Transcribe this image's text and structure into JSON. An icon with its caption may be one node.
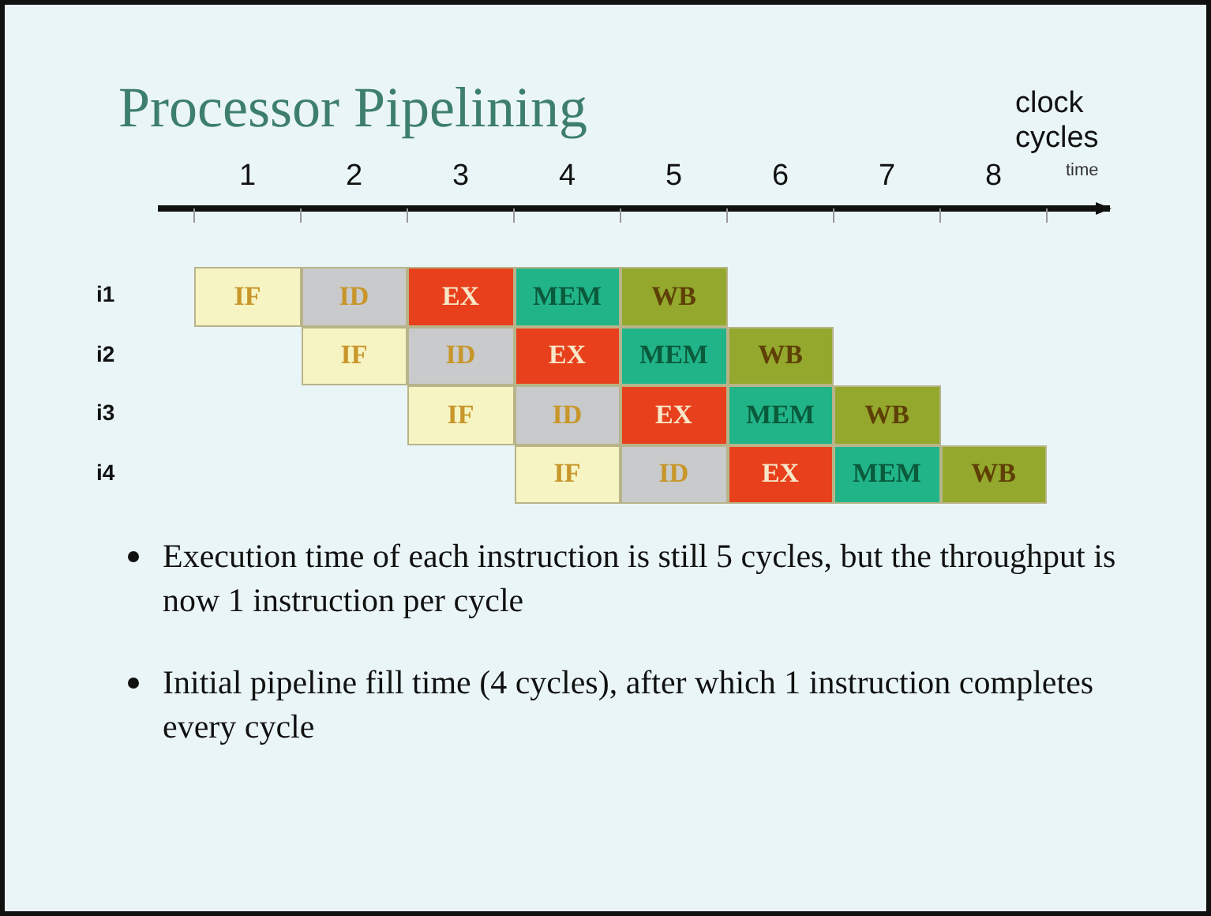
{
  "diagram": {
    "title": "Processor Pipelining",
    "labels": [
      "clock cycles",
      "1",
      "2",
      "3",
      "4",
      "5",
      "6",
      "7",
      "8",
      "time",
      "i1",
      "IF",
      "ID",
      "EX",
      "MEM",
      "WB",
      "i2",
      "IF",
      "ID",
      "EX",
      "MEM",
      "WB",
      "i3",
      "IF",
      "ID",
      "EX",
      "MEM",
      "WB",
      "i4",
      "IF",
      "ID",
      "EX",
      "MEM",
      "WB",
      "Execution time of each instruction is still 5 cycles, but the throughput is  now 1 instruction per cycle",
      "Initial pipeline fill time (4 cycles), after which 1 instruction completes every cycle"
    ]
  }
}
